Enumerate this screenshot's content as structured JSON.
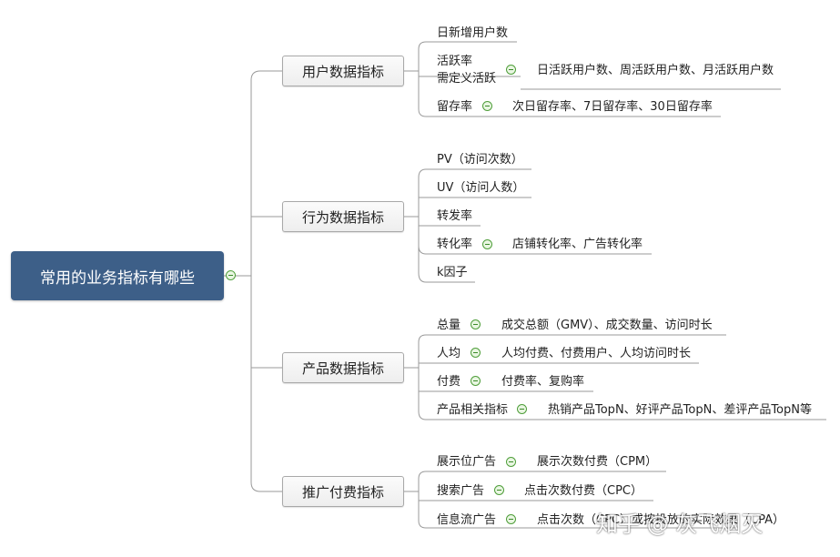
{
  "root": {
    "label": "常用的业务指标有哪些"
  },
  "categories": [
    {
      "label": "用户数据指标",
      "items": [
        {
          "label": "日新增用户数",
          "detail": ""
        },
        {
          "label_line1": "活跃率",
          "label_line2": "需定义活跃",
          "detail": "日活跃用户数、周活跃用户数、月活跃用户数"
        },
        {
          "label": "留存率",
          "detail": "次日留存率、7日留存率、30日留存率"
        }
      ]
    },
    {
      "label": "行为数据指标",
      "items": [
        {
          "label": "PV（访问次数）",
          "detail": ""
        },
        {
          "label": "UV（访问人数）",
          "detail": ""
        },
        {
          "label": "转发率",
          "detail": ""
        },
        {
          "label": "转化率",
          "detail": "店铺转化率、广告转化率"
        },
        {
          "label": "k因子",
          "detail": ""
        }
      ]
    },
    {
      "label": "产品数据指标",
      "items": [
        {
          "label": "总量",
          "detail": "成交总额（GMV）、成交数量、访问时长"
        },
        {
          "label": "人均",
          "detail": "人均付费、付费用户、人均访问时长"
        },
        {
          "label": "付费",
          "detail": "付费率、复购率"
        },
        {
          "label": "产品相关指标",
          "detail": "热销产品TopN、好评产品TopN、差评产品TopN等"
        }
      ]
    },
    {
      "label": "推广付费指标",
      "items": [
        {
          "label": "展示位广告",
          "detail": "展示次数付费（CPM）"
        },
        {
          "label": "搜索广告",
          "detail": "点击次数付费（CPC）"
        },
        {
          "label": "信息流广告",
          "detail": "点击次数（CPC）或按投放的实际效果（CPA）"
        }
      ]
    }
  ],
  "watermark": "知乎 @ 灰飞烟灭",
  "colors": {
    "root_bg": "#3d5f88",
    "line": "#999999",
    "collapse": "#4f9e3a"
  }
}
